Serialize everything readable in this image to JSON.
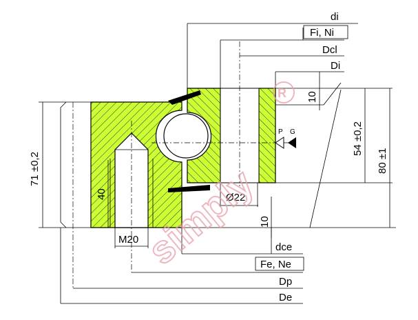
{
  "labels": {
    "di": "di",
    "fi_ni": "Fi, Ni",
    "dcl": "Dcl",
    "Di": "Di",
    "h10_top": "10",
    "h54": "54 ±0,2",
    "h80": "80 ±1",
    "h71": "71 ±0,2",
    "h40": "40",
    "ball": "Ø22",
    "h10_bottom": "10",
    "m20": "M20",
    "dce": "dce",
    "fe_ne": "Fe, Ne",
    "dp": "Dp",
    "de": "De",
    "p": "P",
    "g": "G"
  },
  "watermark": {
    "text": "simply",
    "mark": "®"
  },
  "colors": {
    "ring_fill": "#ccff33",
    "hatch": "#333333",
    "watermark": "#e8a0a8",
    "line": "#000000"
  }
}
